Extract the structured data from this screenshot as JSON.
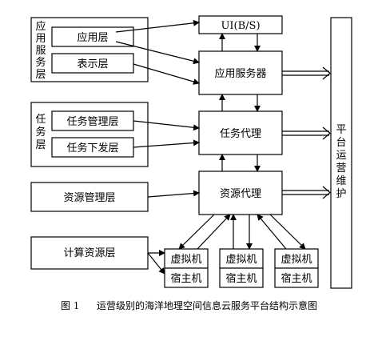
{
  "app_group": {
    "label": [
      "应",
      "用",
      "服",
      "务",
      "层"
    ],
    "layers": [
      "应用层",
      "表示层"
    ]
  },
  "task_group": {
    "label": [
      "任",
      "务",
      "层"
    ],
    "layers": [
      "任务管理层",
      "任务下发层"
    ]
  },
  "resource_mgmt": "资源管理层",
  "compute_resource": "计算资源层",
  "ui": "UI(B/S)",
  "app_server": "应用服务器",
  "task_agent": "任务代理",
  "resource_agent": "资源代理",
  "platform_ops": [
    "平",
    "台",
    "运",
    "营",
    "维",
    "护"
  ],
  "vm_host_pairs": [
    {
      "vm": "虚拟机",
      "host": "宿主机"
    },
    {
      "vm": "虚拟机",
      "host": "宿主机"
    },
    {
      "vm": "虚拟机",
      "host": "宿主机"
    }
  ],
  "caption": {
    "number": "图 1",
    "text": "运营级别的海洋地理空间信息云服务平台结构示意图"
  }
}
